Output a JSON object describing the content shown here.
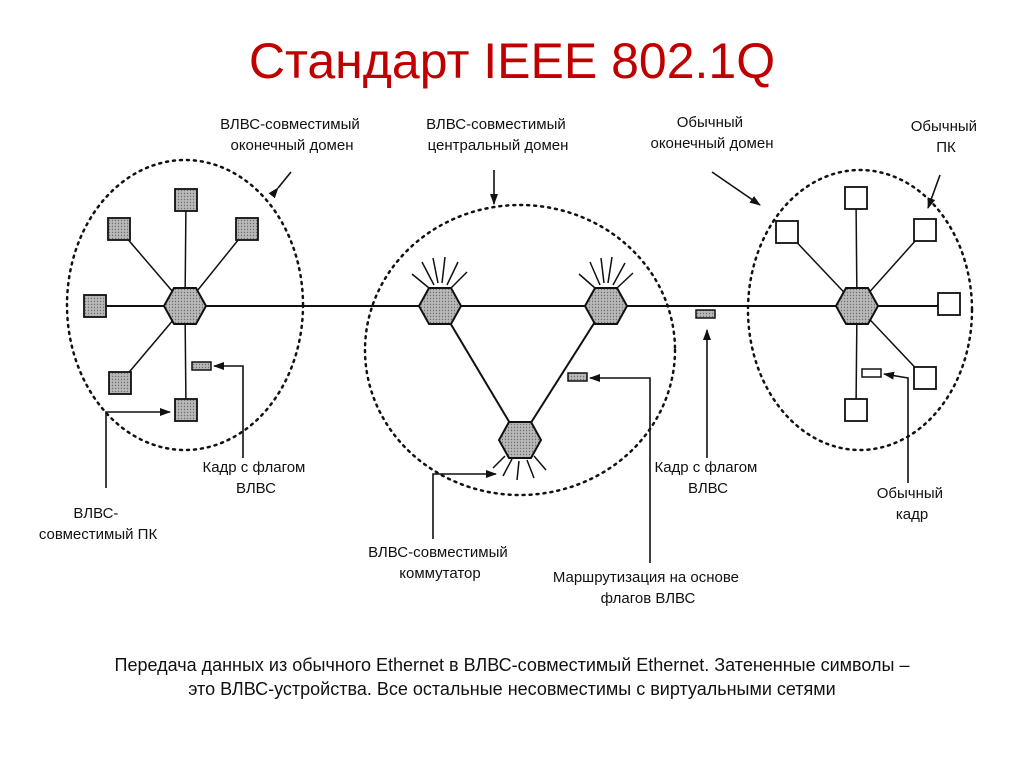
{
  "title": "Стандарт IEEE 802.1Q",
  "labels": {
    "vlan_end_domain": [
      "ВЛВС-совместимый",
      "оконечный домен"
    ],
    "vlan_core_domain": [
      "ВЛВС-совместимый",
      "центральный домен"
    ],
    "legacy_end_domain": [
      "Обычный",
      "оконечный домен"
    ],
    "legacy_pc": [
      "Обычный",
      "ПК"
    ],
    "tagged_frame_left": [
      "Кадр с флагом",
      "ВЛВС"
    ],
    "vlan_pc": [
      "ВЛВС-",
      "совместимый ПК"
    ],
    "vlan_switch": [
      "ВЛВС-совместимый",
      "коммутатор"
    ],
    "tag_routing": [
      "Маршрутизация на основе",
      "флагов ВЛВС"
    ],
    "tagged_frame_right": [
      "Кадр с флагом",
      "ВЛВС"
    ],
    "legacy_frame": [
      "Обычный",
      "кадр"
    ]
  },
  "caption": [
    "Передача данных из обычного Ethernet в ВЛВС-совместимый Ethernet. Затененные символы –",
    "это ВЛВС-устройства. Все остальные несовместимы с виртуальными сетями"
  ],
  "colors": {
    "title": "#c00000",
    "vlan_device": "#b9b9b9",
    "legacy_device": "#ffffff",
    "line": "#111111"
  }
}
